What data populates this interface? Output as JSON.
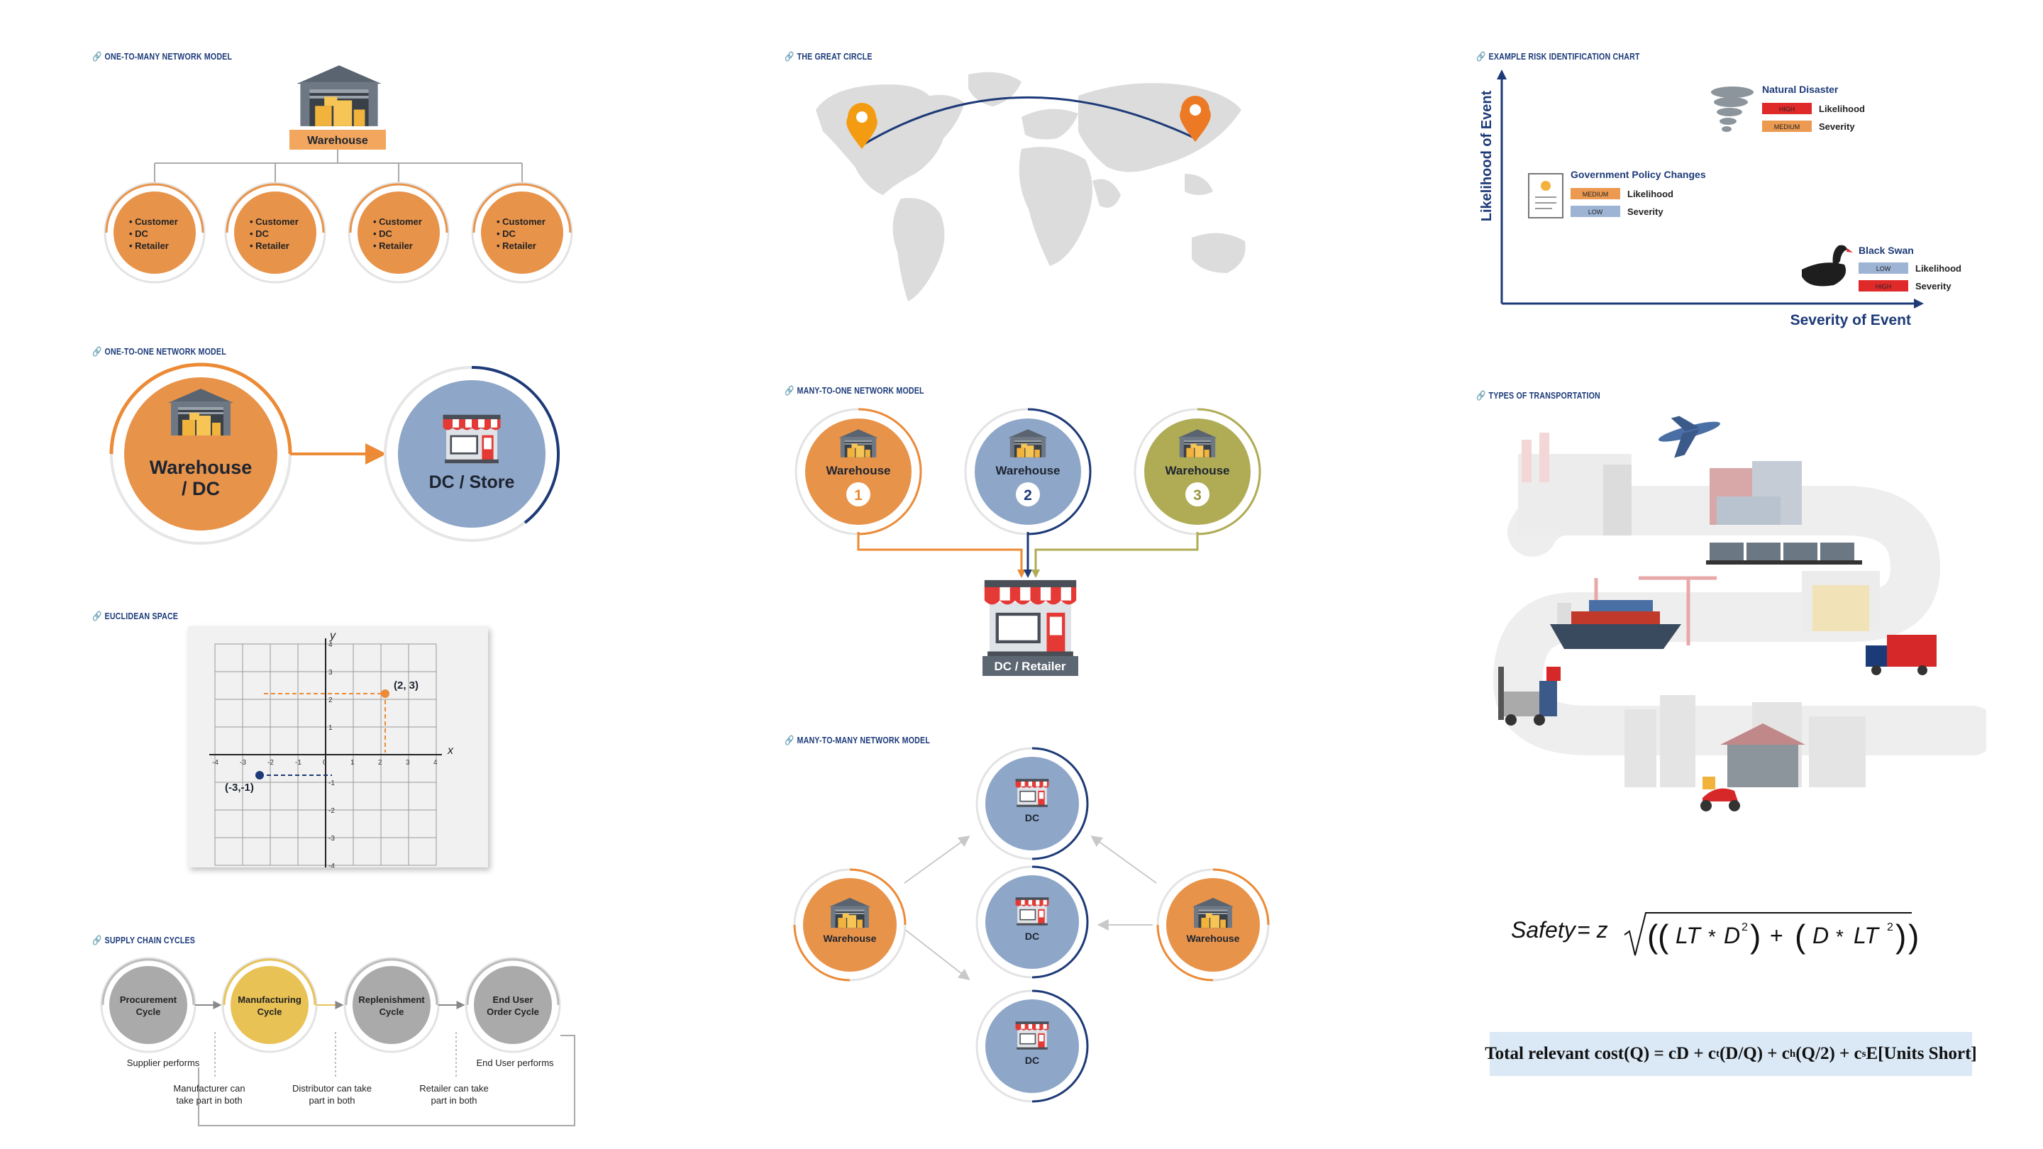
{
  "section_titles": {
    "one_to_many": "ONE-TO-MANY NETWORK MODEL",
    "great_circle": "THE GREAT CIRCLE",
    "risk_chart": "EXAMPLE RISK IDENTIFICATION CHART",
    "one_to_one": "ONE-TO-ONE NETWORK MODEL",
    "many_to_one": "MANY-TO-ONE NETWORK MODEL",
    "transport": "TYPES OF TRANSPORTATION",
    "euclidean": "EUCLIDEAN SPACE",
    "many_to_many": "MANY-TO-MANY NETWORK MODEL",
    "cycles": "SUPPLY CHAIN CYCLES"
  },
  "one_to_many": {
    "warehouse_label": "Warehouse",
    "customer_lines": [
      "• Customer",
      "• DC",
      "• Retailer"
    ]
  },
  "one_to_one": {
    "source_line1": "Warehouse",
    "source_line2": "/ DC",
    "target_label": "DC / Store"
  },
  "many_to_one": {
    "warehouse_label": "Warehouse",
    "numbers": [
      "1",
      "2",
      "3"
    ],
    "destination_label": "DC / Retailer"
  },
  "many_to_many": {
    "warehouse_label": "Warehouse",
    "dc_label": "DC"
  },
  "euclidean": {
    "x_axis": "x",
    "y_axis": "y",
    "x_ticks": [
      "-4",
      "-3",
      "-2",
      "-1",
      "0",
      "1",
      "2",
      "3",
      "4"
    ],
    "y_ticks": [
      "4",
      "3",
      "2",
      "1",
      "0",
      "-1",
      "-2",
      "-3",
      "-4"
    ],
    "point_a_label": "(2, 3)",
    "point_b_label": "(-3,-1)"
  },
  "risk_chart": {
    "y_axis": "Likelihood of Event",
    "x_axis": "Severity of Event",
    "likelihood_label": "Likelihood",
    "severity_label": "Severity",
    "events": [
      {
        "name": "Natural Disaster",
        "likelihood": "HIGH",
        "severity": "MEDIUM"
      },
      {
        "name": "Government Policy Changes",
        "likelihood": "MEDIUM",
        "severity": "LOW"
      },
      {
        "name": "Black Swan",
        "likelihood": "LOW",
        "severity": "HIGH"
      }
    ]
  },
  "cycles": {
    "stages": [
      {
        "line1": "Procurement",
        "line2": "Cycle"
      },
      {
        "line1": "Manufacturing",
        "line2": "Cycle"
      },
      {
        "line1": "Replenishment",
        "line2": "Cycle"
      },
      {
        "line1": "End User",
        "line2": "Order Cycle"
      }
    ],
    "notes": [
      {
        "line1": "Supplier performs",
        "line2": ""
      },
      {
        "line1": "Manufacturer can",
        "line2": "take part in both"
      },
      {
        "line1": "Distributor can take",
        "line2": "part in both"
      },
      {
        "line1": "Retailer can take",
        "line2": "part in both"
      },
      {
        "line1": "End User performs",
        "line2": ""
      }
    ]
  },
  "formula_safety": {
    "lhs": "Safety",
    "eq": "= z",
    "lt1": "LT",
    "star1": "*",
    "d1": "D",
    "plus": "+",
    "d2": "D",
    "star2": "*",
    "lt2": "LT",
    "exp": "2"
  },
  "formula_cost": {
    "text_a": "Total relevant cost(Q) = cD + c",
    "sub_t": "t",
    "text_b": "(D/Q) + c",
    "sub_h": "h",
    "text_c": "(Q/2) + c",
    "sub_s": "s",
    "text_d": "E[Units Short]"
  },
  "colors": {
    "orange": "#e8934a",
    "orange_ring": "#f0a25a",
    "blue_fill": "#8ea6c8",
    "navy": "#1d3a78",
    "olive": "#b0ac55",
    "yellow": "#e8c255",
    "gray_fill": "#aaaaaa",
    "title_blue": "#1c3b7a",
    "high": "#e02a2a",
    "medium": "#ec9a52",
    "low": "#9eb4d4"
  }
}
